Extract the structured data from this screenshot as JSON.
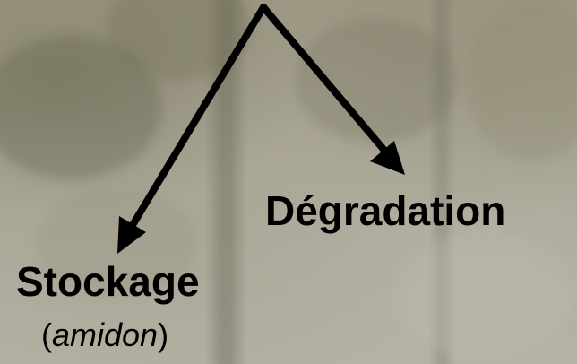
{
  "labels": {
    "degradation": "Dégradation",
    "stockage": "Stockage",
    "stockage_note_open": "(",
    "stockage_note_term": "amidon",
    "stockage_note_close": ")"
  },
  "colors": {
    "arrow": "#000000",
    "text": "#000000",
    "background": "#aaa595"
  }
}
